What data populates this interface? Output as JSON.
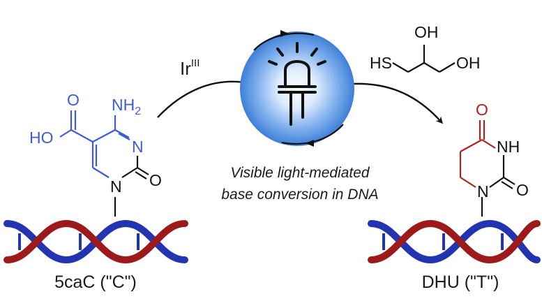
{
  "catalyst": {
    "label": "Ir",
    "superscript": "III"
  },
  "reagent": {
    "atoms": {
      "sh": "HS",
      "oh_top": "OH",
      "oh_right": "OH"
    }
  },
  "reactant": {
    "name": "5caC (\"C\")",
    "atoms": {
      "carbonyl_o": "O",
      "hydroxyl": "HO",
      "amine": "NH",
      "amine_sub": "2",
      "n3": "N",
      "n1": "N",
      "c2_o": "O"
    }
  },
  "product": {
    "name": "DHU (\"T\")",
    "atoms": {
      "c4_o": "O",
      "nh": "NH",
      "n1": "N",
      "c2_o": "O"
    }
  },
  "caption": {
    "line1": "Visible light-mediated",
    "line2": "base conversion in DNA"
  },
  "colors": {
    "blue_chem": "#3b5bdb",
    "red_chem": "#b02020",
    "helix_blue": "#2234b0",
    "helix_red": "#9c1a1a",
    "glow": "#6fa8e8",
    "ink": "#111111"
  }
}
